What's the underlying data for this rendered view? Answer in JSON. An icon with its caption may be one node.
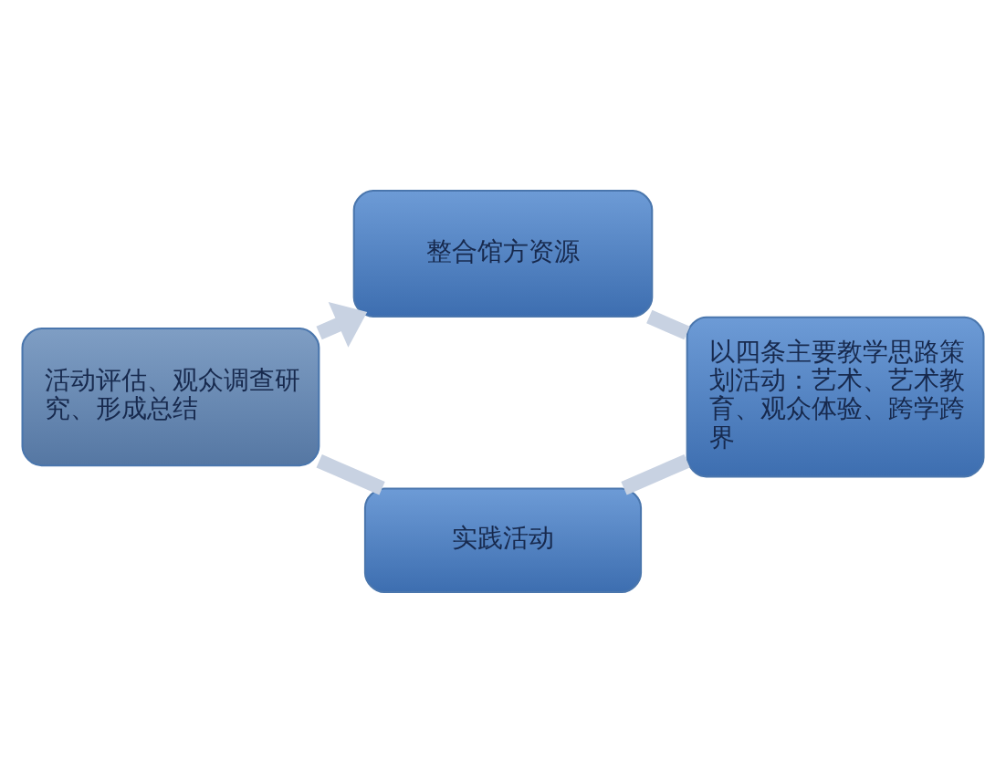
{
  "diagram": {
    "nodes": [
      {
        "text": [
          "整合馆方资源"
        ]
      },
      {
        "text": [
          "以四条主要教学思路策划活动：艺术、艺术教育、观众体验、跨学跨界"
        ]
      },
      {
        "text": [
          "实践活动"
        ]
      },
      {
        "text": [
          "活动评估、观众调查研究、形成总结"
        ]
      }
    ],
    "edges": [
      {
        "from": 0,
        "to": 1,
        "arrow": "none"
      },
      {
        "from": 1,
        "to": 2,
        "arrow": "none"
      },
      {
        "from": 2,
        "to": 3,
        "arrow": "none"
      },
      {
        "from": 3,
        "to": 0,
        "arrow": "to"
      }
    ]
  }
}
